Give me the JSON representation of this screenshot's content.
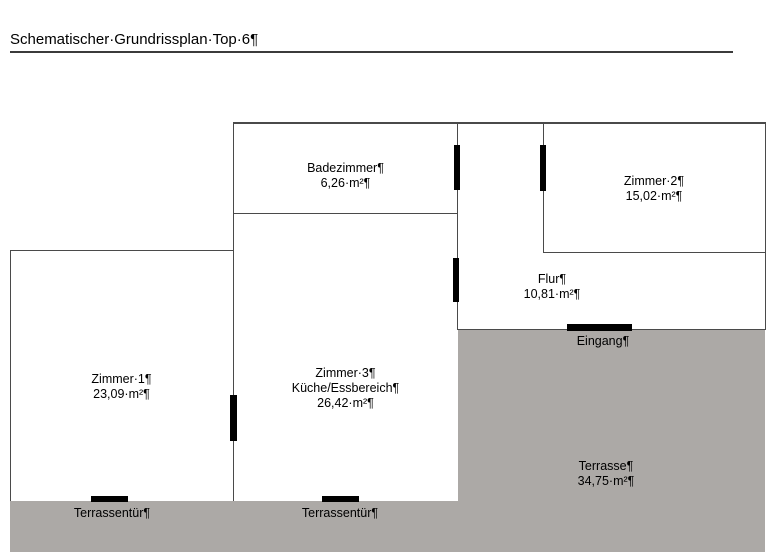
{
  "document": {
    "title": "Schematischer·Grundrissplan·Top·6¶"
  },
  "floorplan": {
    "rooms": [
      {
        "id": "badezimmer",
        "name": "Badezimmer¶",
        "area": "6,26·m²¶"
      },
      {
        "id": "zimmer2",
        "name": "Zimmer·2¶",
        "area": "15,02·m²¶"
      },
      {
        "id": "flur",
        "name": "Flur¶",
        "area": "10,81·m²¶"
      },
      {
        "id": "zimmer1",
        "name": "Zimmer·1¶",
        "area": "23,09·m²¶"
      },
      {
        "id": "zimmer3",
        "name": "Zimmer·3¶",
        "subtitle": "Küche/Essbereich¶",
        "area": "26,42·m²¶"
      },
      {
        "id": "terrasse",
        "name": "Terrasse¶",
        "area": "34,75·m²¶"
      }
    ],
    "door_labels": {
      "eingang": "Eingang¶",
      "terrassentuer_links": "Terrassentür¶",
      "terrassentuer_mitte": "Terrassentür¶"
    },
    "colors": {
      "terrace_fill": "#ACA9A6",
      "wall_line": "#4A4A4A",
      "door_mark": "#000000",
      "text": "#000000",
      "background": "#FFFFFF"
    }
  }
}
